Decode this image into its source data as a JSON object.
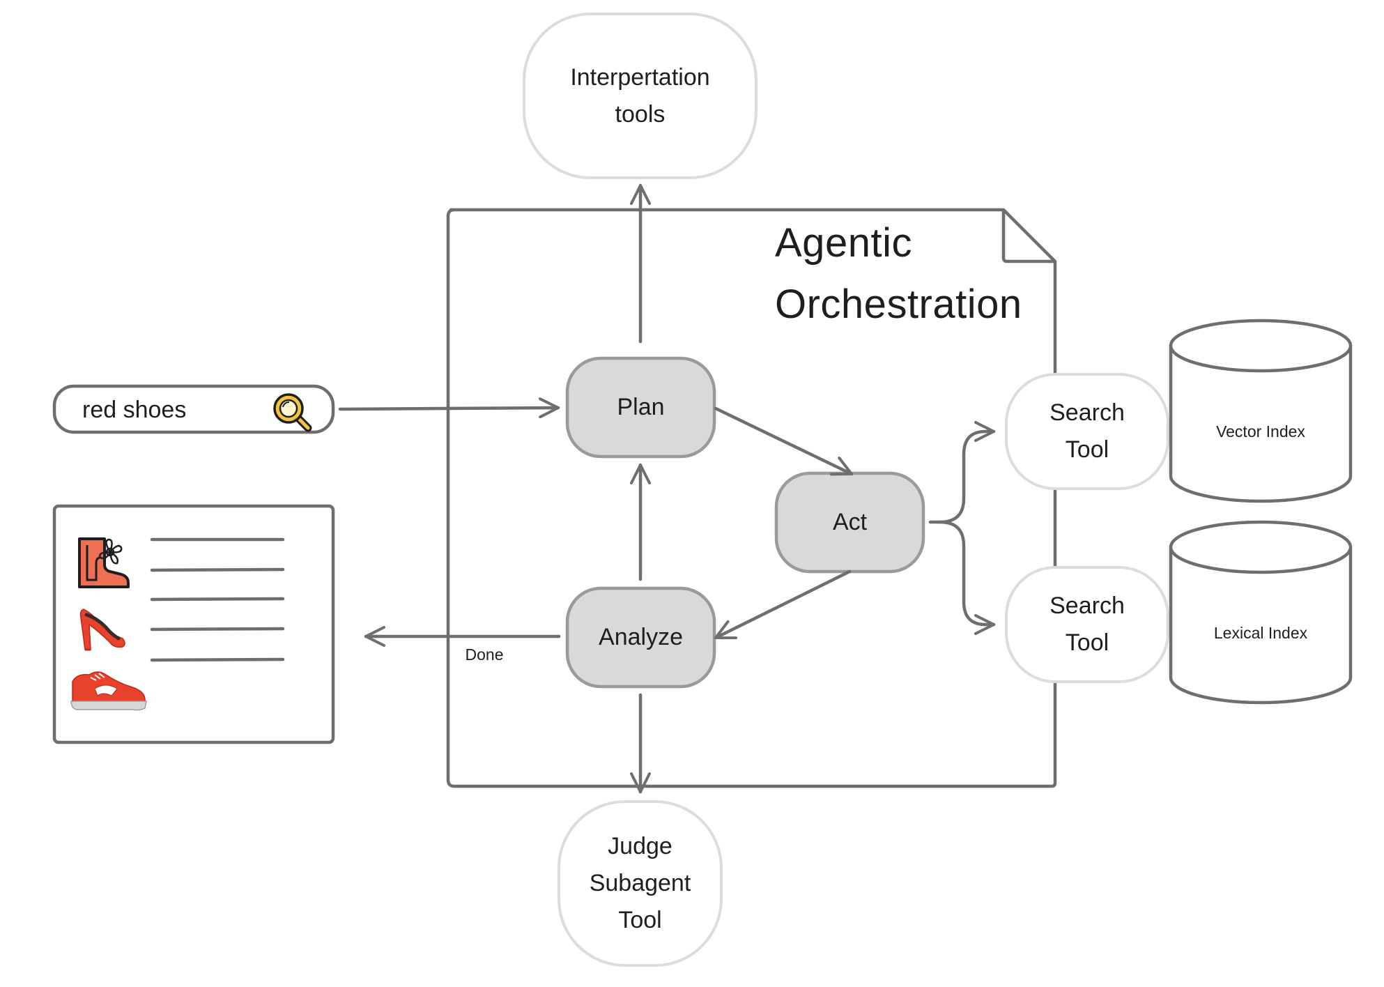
{
  "diagram": {
    "title": "Agentic\nOrchestration",
    "nodes": {
      "interpretation": "Interpertation\ntools",
      "plan": "Plan",
      "act": "Act",
      "analyze": "Analyze",
      "judge": "Judge\nSubagent\nTool",
      "search_tool_1": "Search\nTool",
      "search_tool_2": "Search\nTool",
      "vector_index": "Vector Index",
      "lexical_index": "Lexical Index"
    },
    "edges": {
      "done_label": "Done"
    }
  },
  "search": {
    "query": "red shoes",
    "icon": "magnifier-icon"
  },
  "results": {
    "icons": [
      "boot-icon",
      "high-heel-icon",
      "sneaker-icon"
    ]
  },
  "colors": {
    "stroke": "#6e6e6e",
    "node_fill": "#d9d9d9",
    "node_stroke": "#9a9a9a",
    "light_stroke": "#dcdcdc",
    "accent_red": "#e8412c",
    "accent_orange": "#ef6f54",
    "magnifier_yellow": "#f3c53c"
  }
}
